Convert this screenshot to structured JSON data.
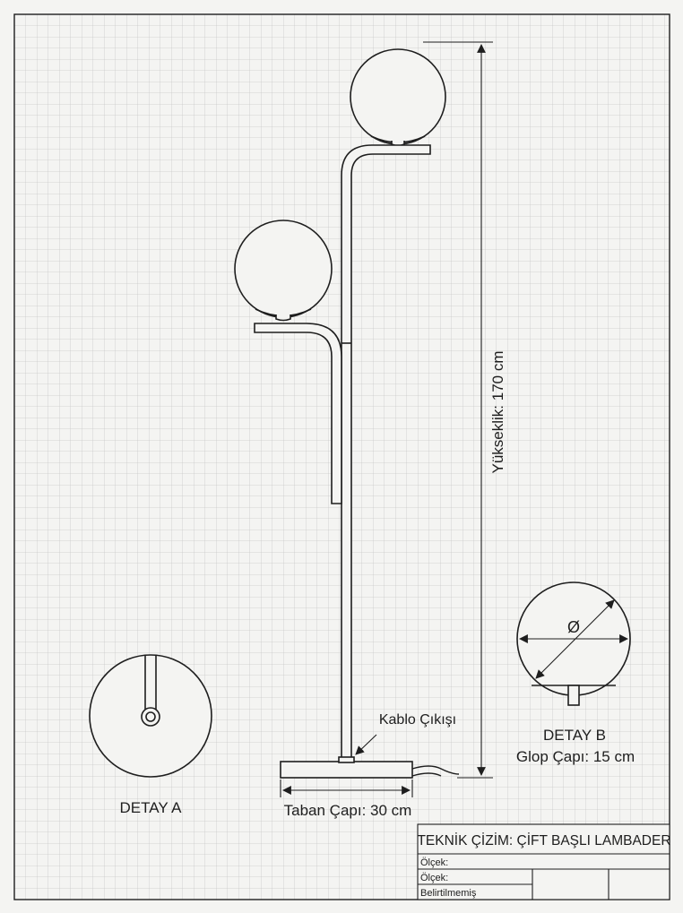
{
  "dimensions": {
    "height_label": "Yükseklik: 170 cm",
    "base_label": "Taban Çapı: 30 cm",
    "cable_label": "Kablo Çıkışı"
  },
  "detail_a": {
    "label": "DETAY A"
  },
  "detail_b": {
    "label": "DETAY B",
    "diameter_symbol": "Ø",
    "caption": "Glop Çapı: 15 cm"
  },
  "title_block": {
    "title": "TEKNİK ÇİZİM: ÇİFT BAŞLI LAMBADER",
    "row1": "Ölçek:",
    "row2": "Ölçek:",
    "row3": "Belirtilmemiş"
  },
  "colors": {
    "paper": "#f4f4f2",
    "grid": "#c9c9c9",
    "ink": "#1e1e1e"
  }
}
